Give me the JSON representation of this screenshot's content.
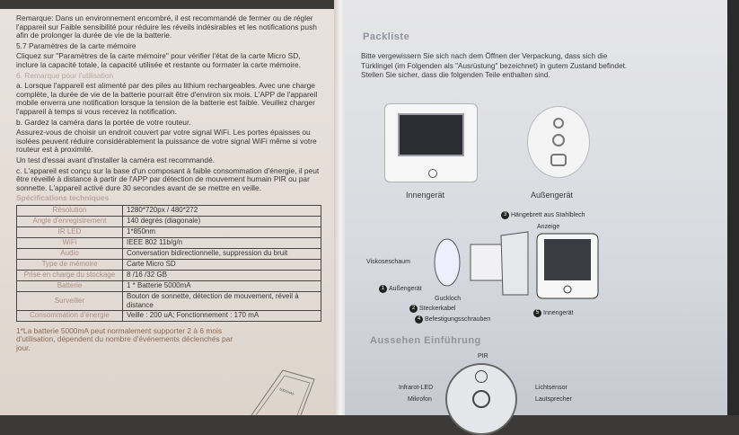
{
  "left_page": {
    "para_remark": "Remarque: Dans un environnement encombré, il est recommandé de fermer ou de régler l'appareil sur Faible sensibilité pour réduire les réveils indésirables et les notifications push afin de prolonger la durée de vie de la batterie.",
    "section_57": "5.7 Paramètres de la carte mémoire",
    "para_57": "Cliquez sur \"Paramètres de la carte mémoire\" pour vérifier l'état de la carte Micro SD, inclure la capacité totale, la capacité utilisée et restante ou formater la carte mémoire.",
    "section_6": "6. Remarque pour l'utilisation",
    "para_a": "a. Lorsque l'appareil est alimenté par des piles au lithium rechargeables. Avec une charge complète, la durée de vie de la batterie pourrait être d'environ six mois. L'APP de l'appareil mobile enverra une notification lorsque la tension de la batterie est faible. Veuillez charger l'appareil à temps si vous recevez la notification.",
    "para_b": "b. Gardez la caméra dans la portée de votre routeur.",
    "para_b2": "Assurez-vous de choisir un endroit couvert par votre signal WiFi. Les portes épaisses ou isolées peuvent réduire considérablement la puissance de votre signal WiFi même si votre routeur est à proximité.",
    "para_test": "Un test d'essai avant d'installer la caméra est recommandé.",
    "para_c": "c. L'appareil est conçu sur la base d'un composant à faible consommation d'énergie, il peut être réveillé à distance à partir de l'APP par détection de mouvement humain PIR ou par sonnette. L'appareil activé dure 30 secondes avant de se mettre en veille.",
    "specs_title": "Spécifications techniques",
    "specs": [
      {
        "k": "Résolution",
        "v": "1280*720px / 480*272"
      },
      {
        "k": "Angle d'enregistrement",
        "v": "140 degrés (diagonale)"
      },
      {
        "k": "IR LED",
        "v": "1*850nm"
      },
      {
        "k": "WiFi",
        "v": "IEEE 802 11b/g/n"
      },
      {
        "k": "Audio",
        "v": "Conversation bidirectionnelle, suppression du bruit"
      },
      {
        "k": "Type de mémoire",
        "v": "Carte Micro SD"
      },
      {
        "k": "Prise en charge du stockage",
        "v": "8 /16 /32 GB"
      },
      {
        "k": "Batterie",
        "v": "1 * Batterie 5000mA"
      },
      {
        "k": "Surveiller",
        "v": "Bouton de sonnette, détection de mouvement, réveil à distance"
      },
      {
        "k": "Consommation d'énergie",
        "v": "Veille : 200 uA; Fonctionnement : 170 mA"
      }
    ],
    "footnote": "1*La batterie 5000mA peut normalement supporter 2 à 6 mois d'utilisation, dépendent du nombre d'événements déclenchés par jour.",
    "battery_label": "5000mAh"
  },
  "right_page": {
    "title": "Packliste",
    "intro": "Bitte vergewissern Sie sich nach dem Öffnen der Verpackung, dass sich die Türklingel (im Folgenden als \"Ausrüstung\" bezeichnet) in gutem Zustand befindet. Stellen Sie sicher, dass die folgenden Teile enthalten sind.",
    "indoor_caption": "Innengerät",
    "outdoor_caption": "Außengerät",
    "diagram_labels": {
      "n1": "1",
      "l1": "Außengerät",
      "n2": "2",
      "l2": "Steckerkabel",
      "n3": "3",
      "l3": "Hängebrett aus Stahlblech",
      "n4": "4",
      "l4": "Befestigungsschrauben",
      "n5": "5",
      "l5": "Innengerät",
      "foam": "Viskoseschaum",
      "peephole": "Guckloch",
      "display": "Anzeige"
    },
    "appearance_title": "Aussehen Einführung",
    "appearance_labels": {
      "pir": "PIR",
      "ir": "Infrarot-LED",
      "mic": "Mikrofon",
      "light": "Lichtsensor",
      "speaker": "Lautsprecher"
    }
  }
}
